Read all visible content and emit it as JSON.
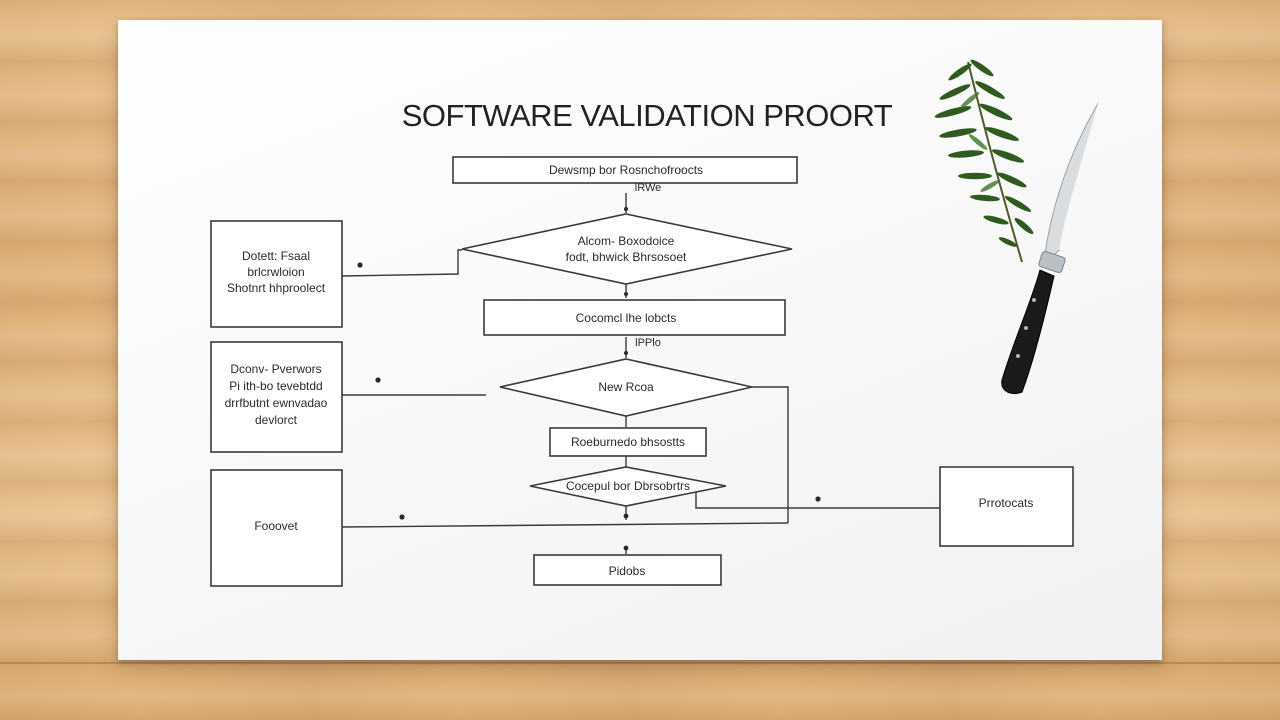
{
  "diagram": {
    "title": "SOFTWARE VALIDATION PROORT",
    "nodes": {
      "top_process": "Dewsmp bor Rosnchofroocts",
      "top_process_sub": "lRWe",
      "decision_1_line1": "Alcom- Boxodoice",
      "decision_1_line2": "fodt, bhwick Bhrsosoet",
      "process_2": "Cocomcl lhe lobcts",
      "process_2_sub": "lPPlo",
      "decision_2": "New Rcoa",
      "process_3": "Roeburnedo bhsostts",
      "decision_3": "Cocepul bor Dbrsobrtrs",
      "end_box": "Pidobs",
      "left_1_line1": "Dotett: Fsaal",
      "left_1_line2": "brlcrwloion",
      "left_1_line3": "Shotnrt hhproolect",
      "left_2_line1": "Dconv- Pverwors",
      "left_2_line2": "Pi ith-bo tevebtdd",
      "left_2_line3": "drrfbutnt ewnvadao",
      "left_2_line4": "devlorct",
      "left_3": "Fooovet",
      "right_1": "Prrotocats"
    }
  },
  "props": {
    "herb_sprig": "rosemary-sprig",
    "knife": "chef-knife"
  }
}
